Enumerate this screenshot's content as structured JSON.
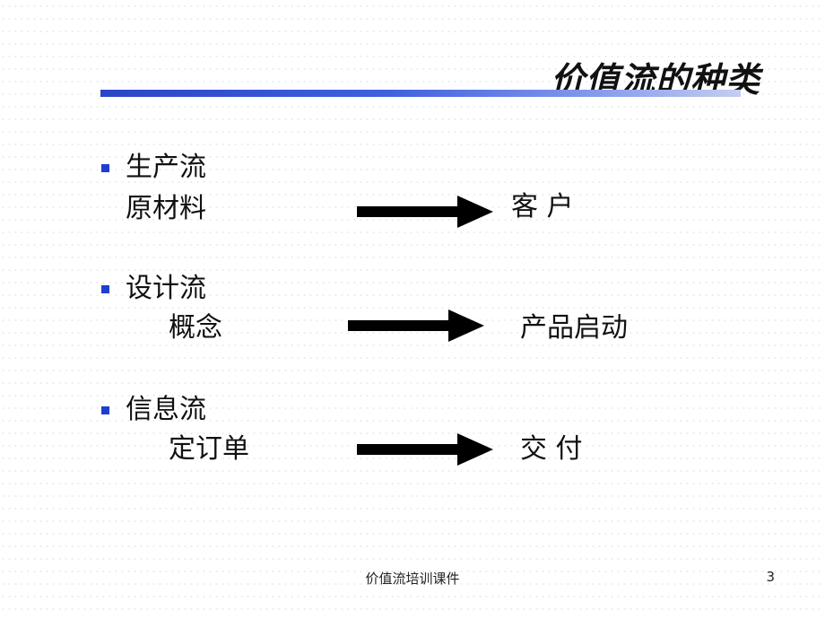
{
  "slide": {
    "title": "价值流的种类",
    "items": [
      {
        "name": "生产流",
        "from": "原材料",
        "to": "客 户"
      },
      {
        "name": "设计流",
        "from": "概念",
        "to": "产品启动"
      },
      {
        "name": "信息流",
        "from": "定订单",
        "to": "交 付"
      }
    ]
  },
  "footer": {
    "text": "价值流培训课件",
    "page": "3"
  },
  "colors": {
    "bullet": "#1f3fd0",
    "title_bar": "#2b45c8",
    "arrow": "#000000"
  }
}
